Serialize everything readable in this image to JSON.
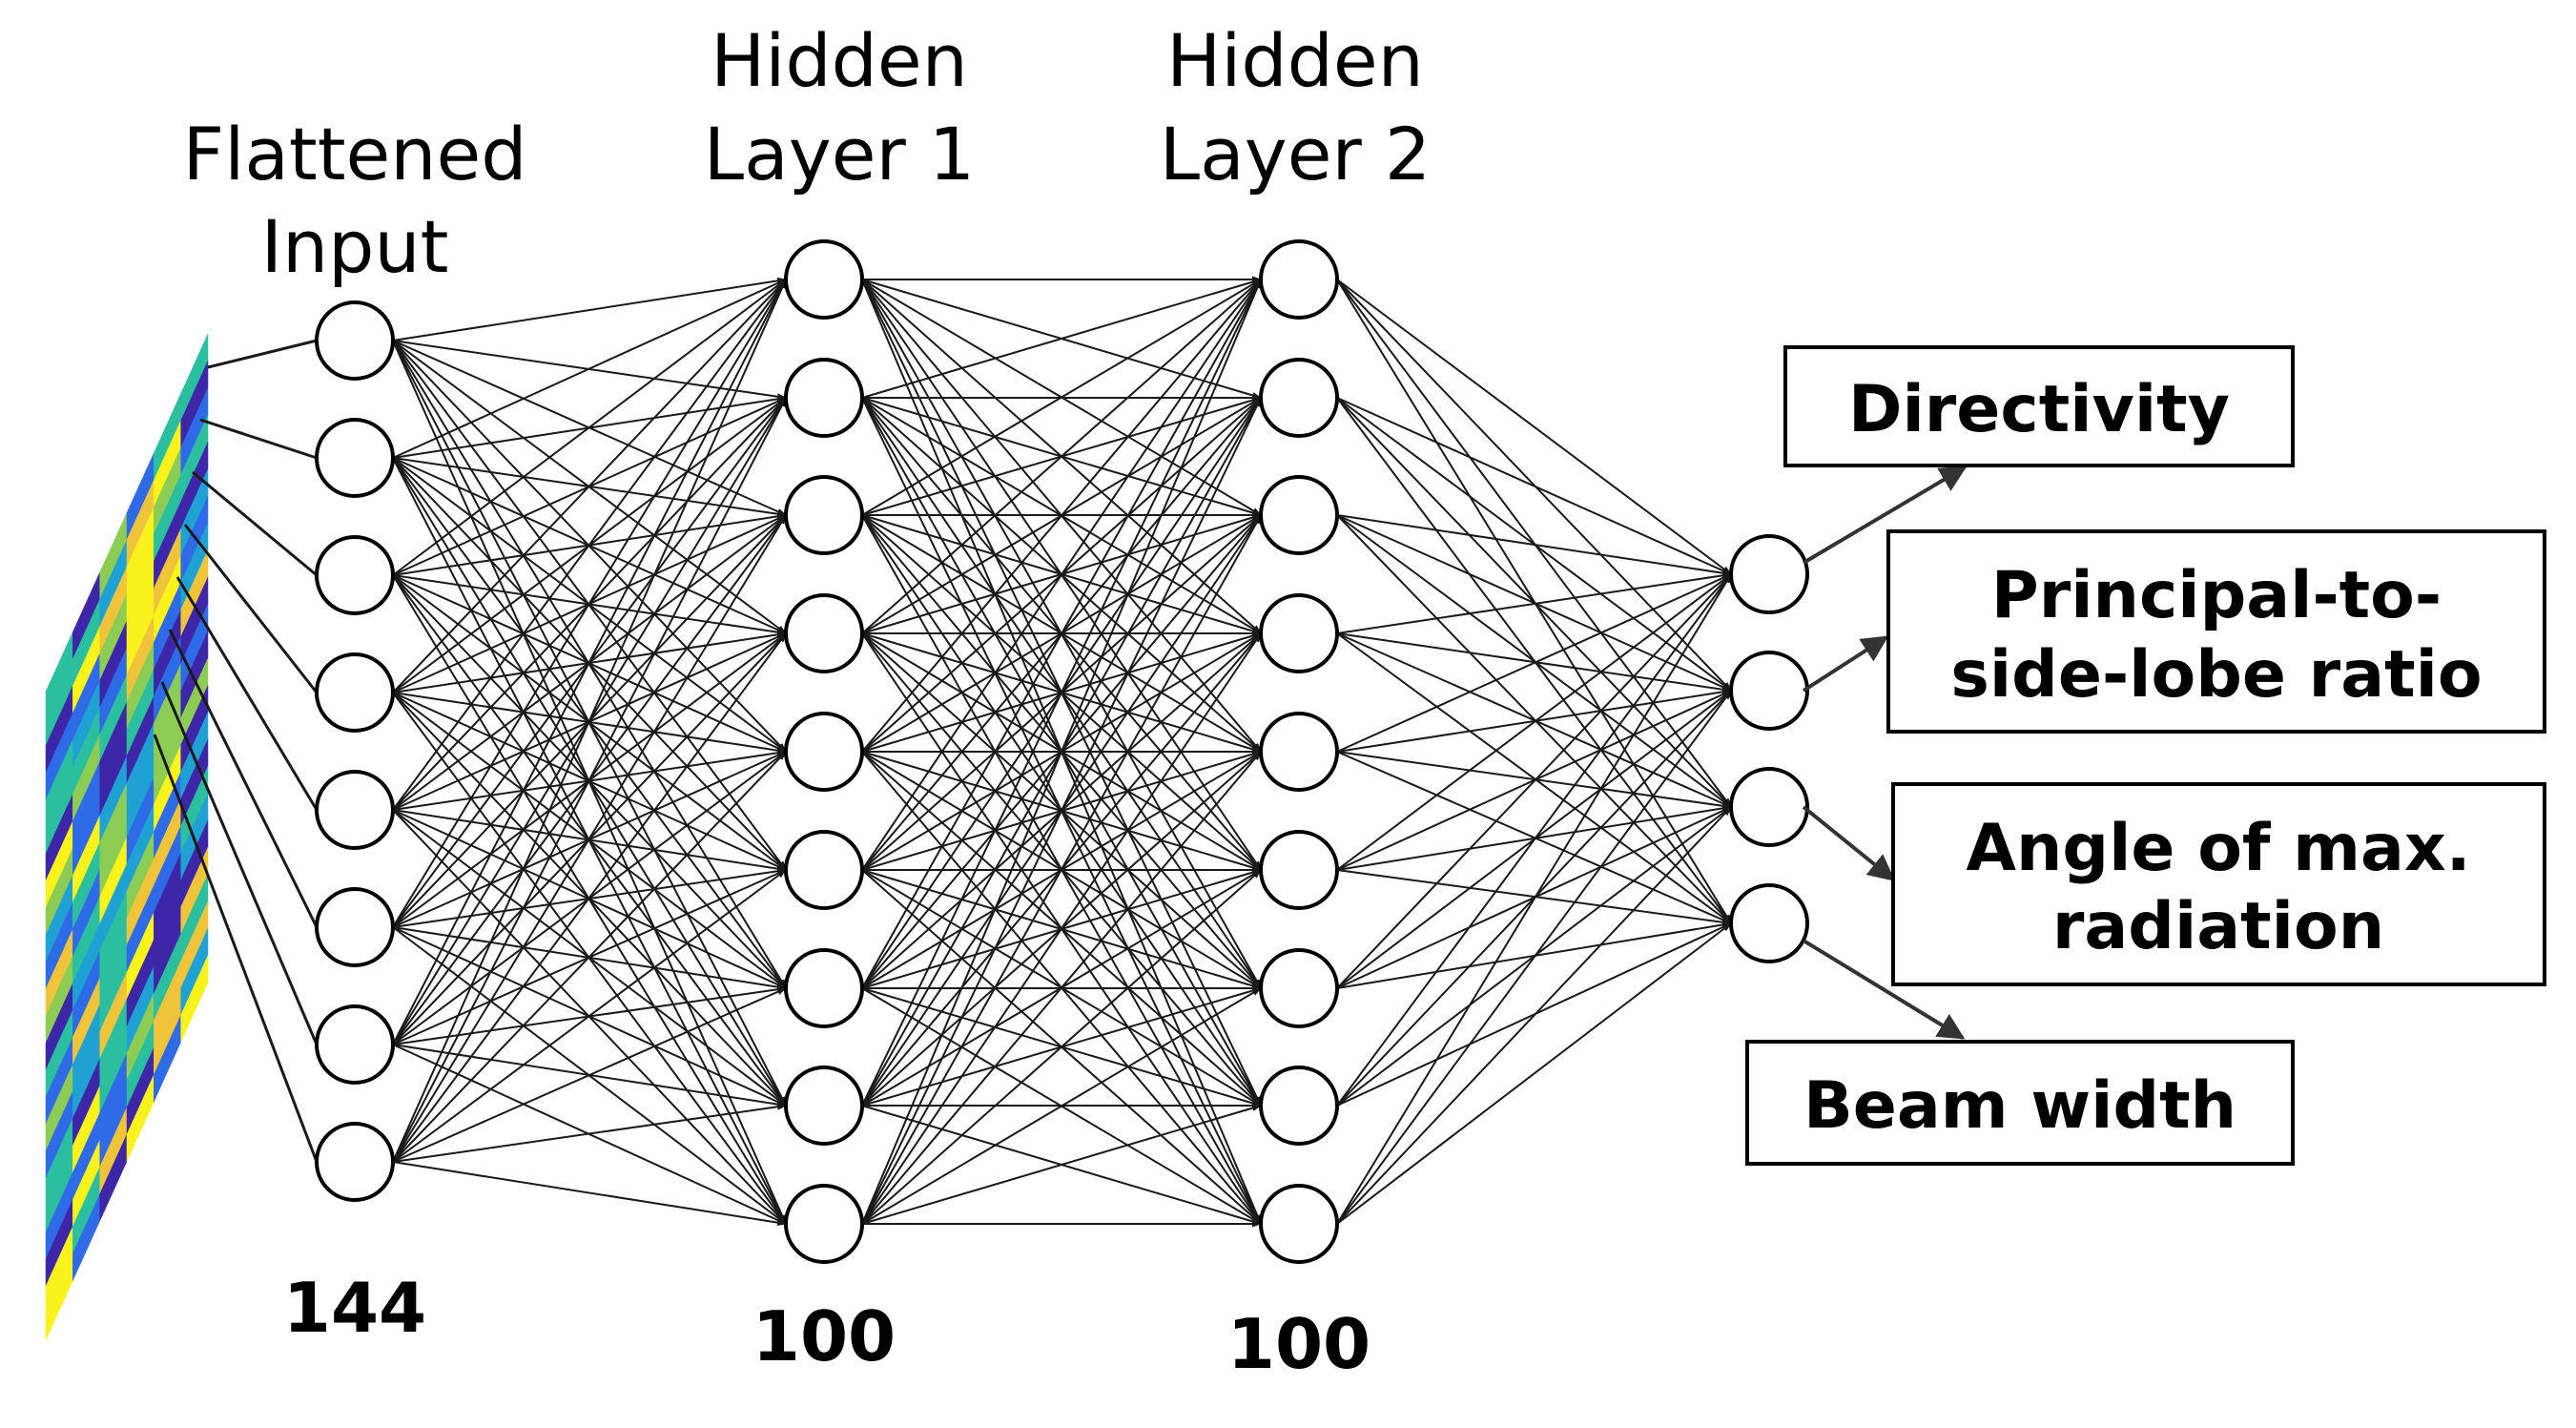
{
  "layers": [
    {
      "title_lines": [
        "Flattened",
        "Input"
      ],
      "count": "144",
      "visible_nodes": 8
    },
    {
      "title_lines": [
        "Hidden",
        "Layer 1"
      ],
      "count": "100",
      "visible_nodes": 9
    },
    {
      "title_lines": [
        "Hidden",
        "Layer 2"
      ],
      "count": "100",
      "visible_nodes": 9
    },
    {
      "title_lines": [],
      "count": "",
      "visible_nodes": 4
    }
  ],
  "outputs": [
    {
      "lines": [
        "Directivity"
      ]
    },
    {
      "lines": [
        "Principal-to-",
        "side-lobe ratio"
      ]
    },
    {
      "lines": [
        "Angle of max.",
        "radiation"
      ]
    },
    {
      "lines": [
        "Beam width"
      ]
    }
  ],
  "input_image": {
    "description_colors": [
      "#3e26a8",
      "#2f6be6",
      "#1fa2d3",
      "#2bbfa0",
      "#8ccc55",
      "#f0c43a",
      "#f9f21c"
    ]
  }
}
